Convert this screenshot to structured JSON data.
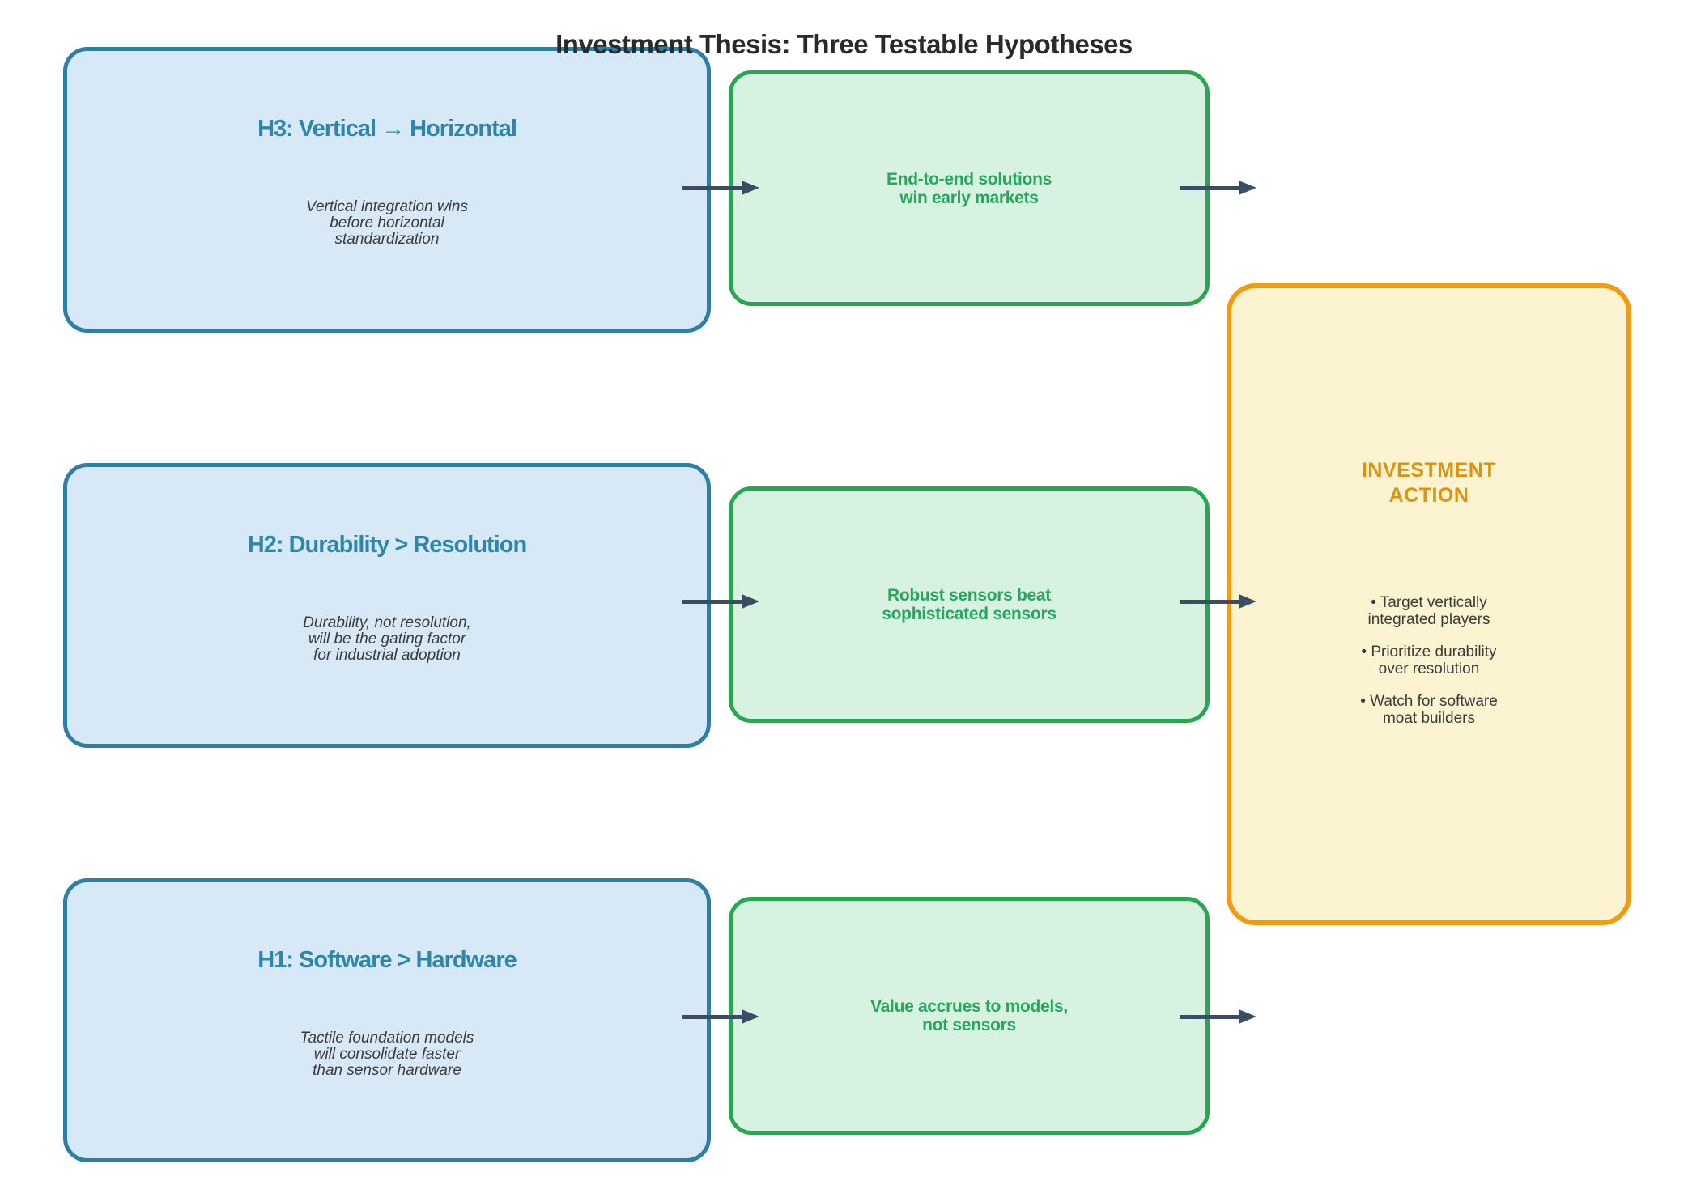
{
  "title": "Investment Thesis: Three Testable Hypotheses",
  "hypotheses": [
    {
      "id": "H3",
      "title": "H3: Vertical → Horizontal",
      "rationale": "Vertical integration wins\nbefore horizontal\nstandardization",
      "implication": "End-to-end solutions\nwin early markets"
    },
    {
      "id": "H2",
      "title": "H2: Durability > Resolution",
      "rationale": "Durability, not resolution,\nwill be the gating factor\nfor industrial adoption",
      "implication": "Robust sensors beat\nsophisticated sensors"
    },
    {
      "id": "H1",
      "title": "H1: Software > Hardware",
      "rationale": "Tactile foundation models\nwill consolidate faster\nthan sensor hardware",
      "implication": "Value accrues to models,\nnot sensors"
    }
  ],
  "action_box": {
    "title": "INVESTMENT\nACTION",
    "bullets": [
      "• Target vertically\nintegrated players",
      "• Prioritize durability\nover resolution",
      "• Watch for software\nmoat builders"
    ]
  },
  "colors": {
    "hypothesis_fill": "#d7e9f6",
    "hypothesis_border": "#2e7fa6",
    "hypothesis_accent": "#2e86ab",
    "implication_fill": "#d7f2e0",
    "implication_accent": "#27a75e",
    "action_fill": "#fcf3d0",
    "action_border": "#f39b0f",
    "action_accent": "#dd9310",
    "arrow": "#3a4d63",
    "body_text": "#3b3b3b"
  }
}
